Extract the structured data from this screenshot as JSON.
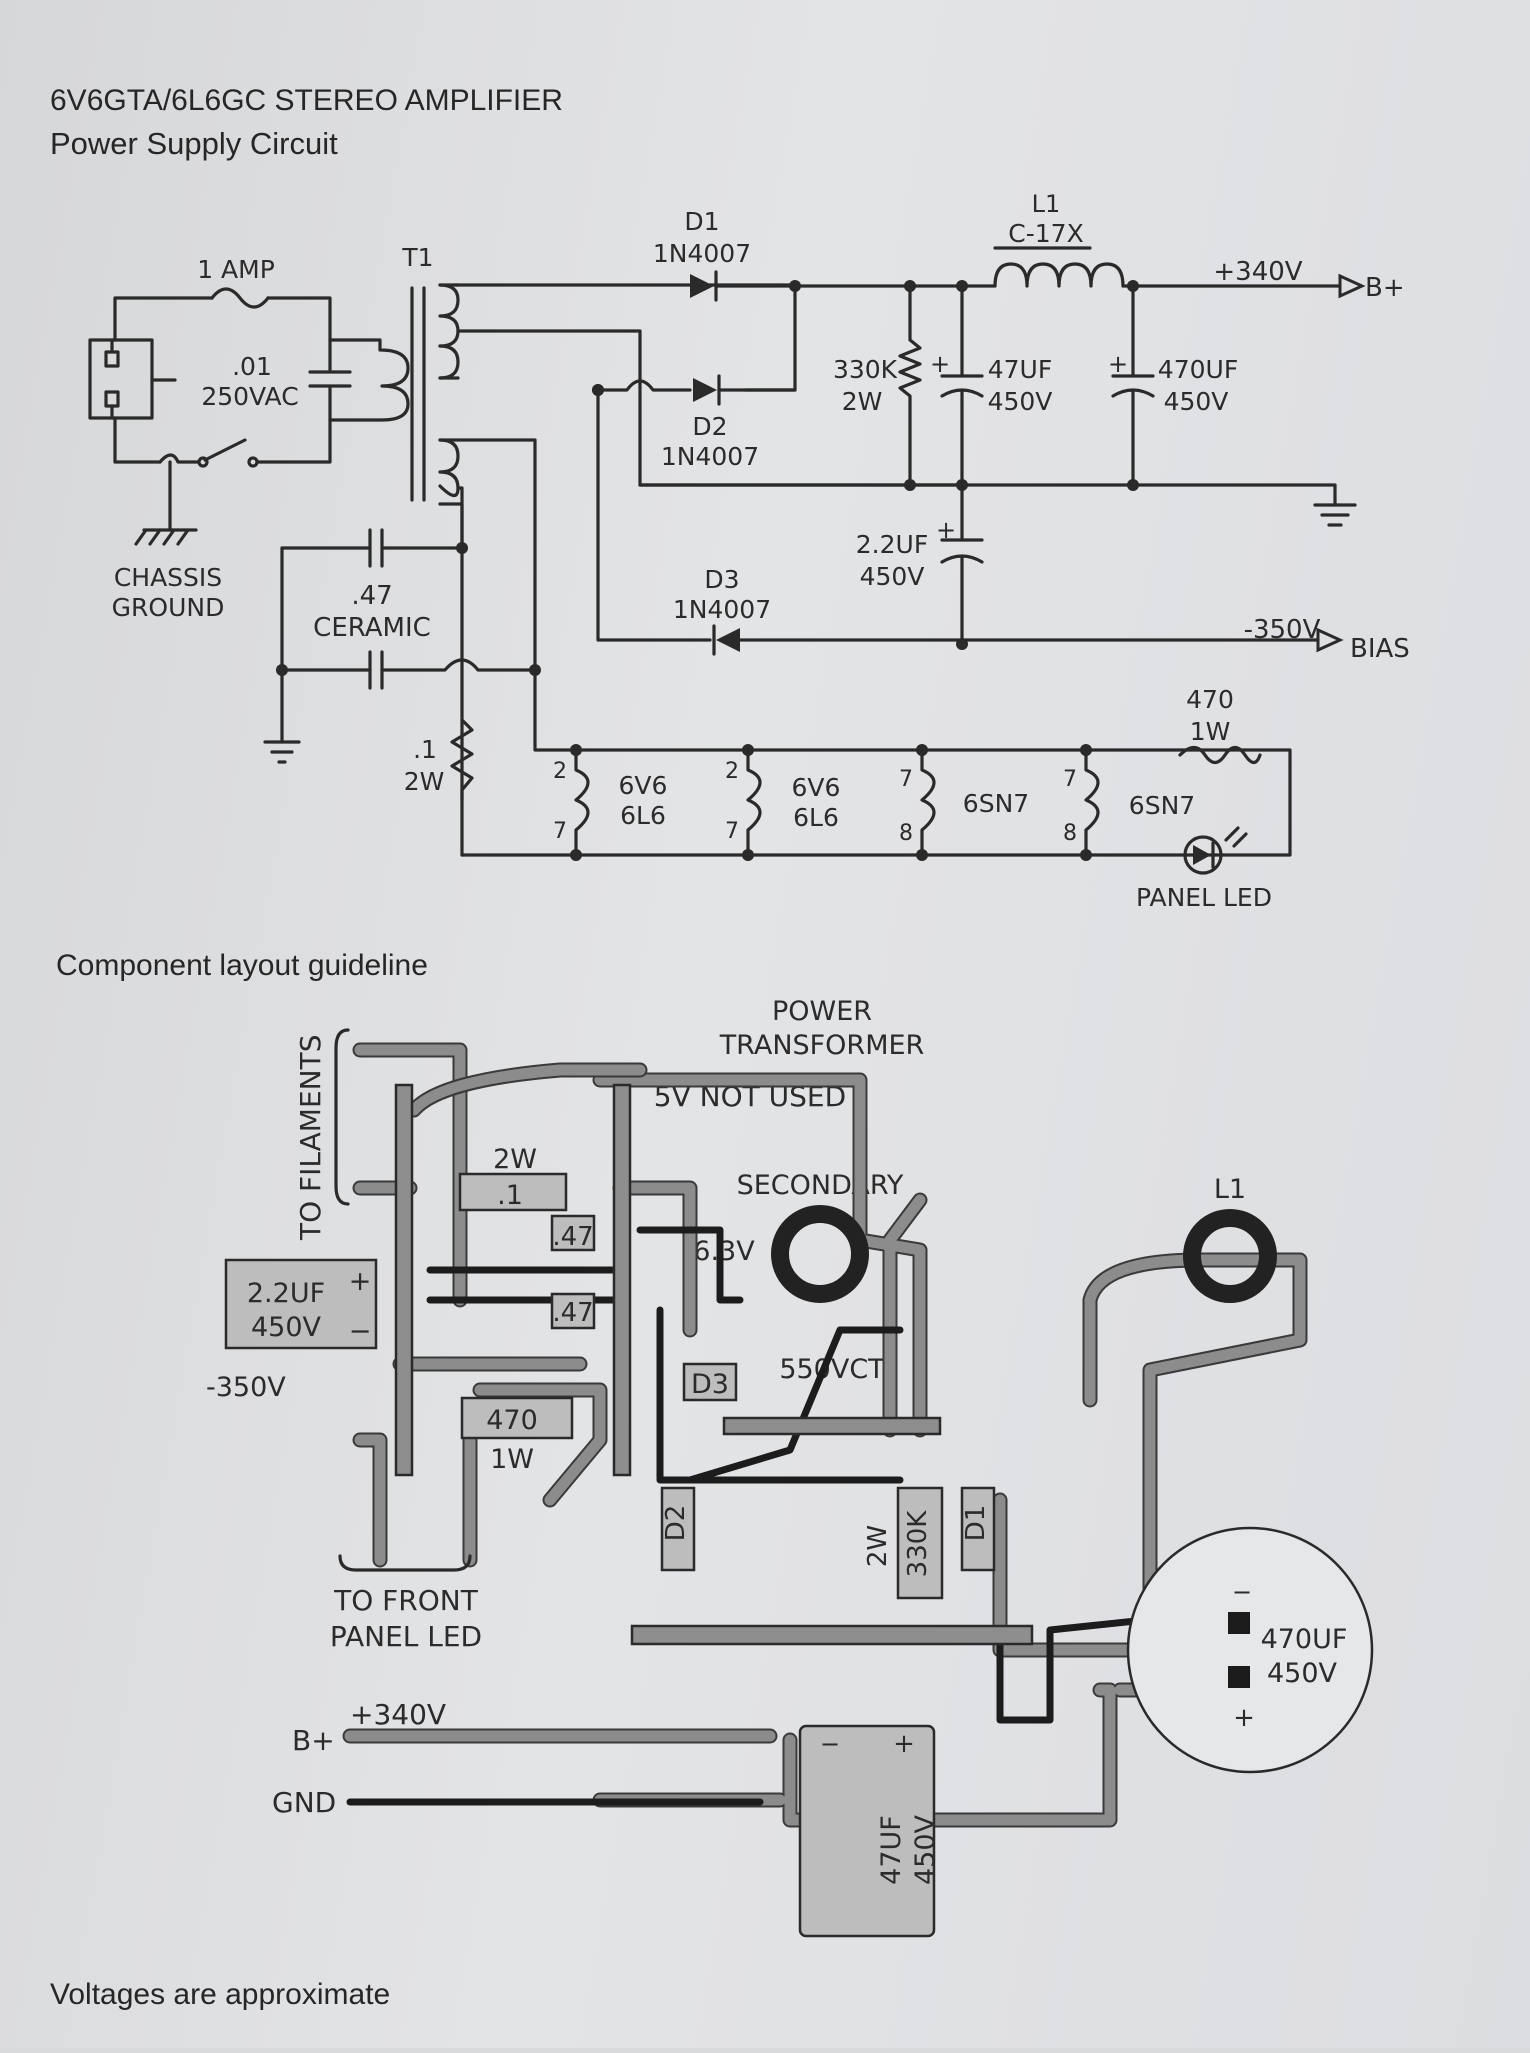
{
  "header": {
    "title": "6V6GTA/6L6GC STEREO AMPLIFIER",
    "subtitle": "Power Supply Circuit"
  },
  "schematic": {
    "fuse": "1 AMP",
    "transformer": "T1",
    "cap_primary_value": ".01",
    "cap_primary_voltage": "250VAC",
    "chassis_ground_1": "CHASSIS",
    "chassis_ground_2": "GROUND",
    "d1_ref": "D1",
    "d1_part": "1N4007",
    "d2_ref": "D2",
    "d2_part": "1N4007",
    "d3_ref": "D3",
    "d3_part": "1N4007",
    "l1_ref": "L1",
    "l1_part": "C-17X",
    "b_plus_voltage": "+340V",
    "b_plus_label": "B+",
    "r_bleeder_value": "330K",
    "r_bleeder_power": "2W",
    "c1_value": "47UF",
    "c1_voltage": "450V",
    "c2_value": "470UF",
    "c2_voltage": "450V",
    "c_bias_value": "2.2UF",
    "c_bias_voltage": "450V",
    "bias_voltage": "-350V",
    "bias_label": "BIAS",
    "c_ceramic_value": ".47",
    "c_ceramic_type": "CERAMIC",
    "r_fil_value": ".1",
    "r_fil_power": "2W",
    "r_led_value": "470",
    "r_led_power": "1W",
    "tube1_a": "6V6",
    "tube1_b": "6L6",
    "tube2_a": "6V6",
    "tube2_b": "6L6",
    "tube3": "6SN7",
    "tube4": "6SN7",
    "pin_2": "2",
    "pin_7": "7",
    "pin_8": "8",
    "led": "PANEL LED"
  },
  "layout": {
    "heading": "Component layout guideline",
    "power_transformer_1": "POWER",
    "power_transformer_2": "TRANSFORMER",
    "five_v": "5V NOT USED",
    "secondary": "SECONDARY",
    "six_three_v": "6.3V",
    "five_fifty": "550VCT",
    "to_filaments": "TO FILAMENTS",
    "r2w_power": "2W",
    "r2w_value": ".1",
    "cap_47_a": ".47",
    "cap_47_b": ".47",
    "c22_value": "2.2UF",
    "c22_voltage": "450V",
    "plus_sign": "+",
    "minus_sign": "−",
    "minus350": "-350V",
    "r470_value": "470",
    "r470_power": "1W",
    "d3": "D3",
    "d2": "D2",
    "d1": "D1",
    "r2w_vert": "2W",
    "r330k": "330K",
    "to_front_1": "TO FRONT",
    "to_front_2": "PANEL LED",
    "b_plus": "B+",
    "plus340": "+340V",
    "gnd": "GND",
    "c470_value": "470UF",
    "c470_voltage": "450V",
    "c47_value": "47UF",
    "c47_voltage": "450V",
    "l1": "L1"
  },
  "footer": {
    "note": "Voltages are approximate"
  }
}
